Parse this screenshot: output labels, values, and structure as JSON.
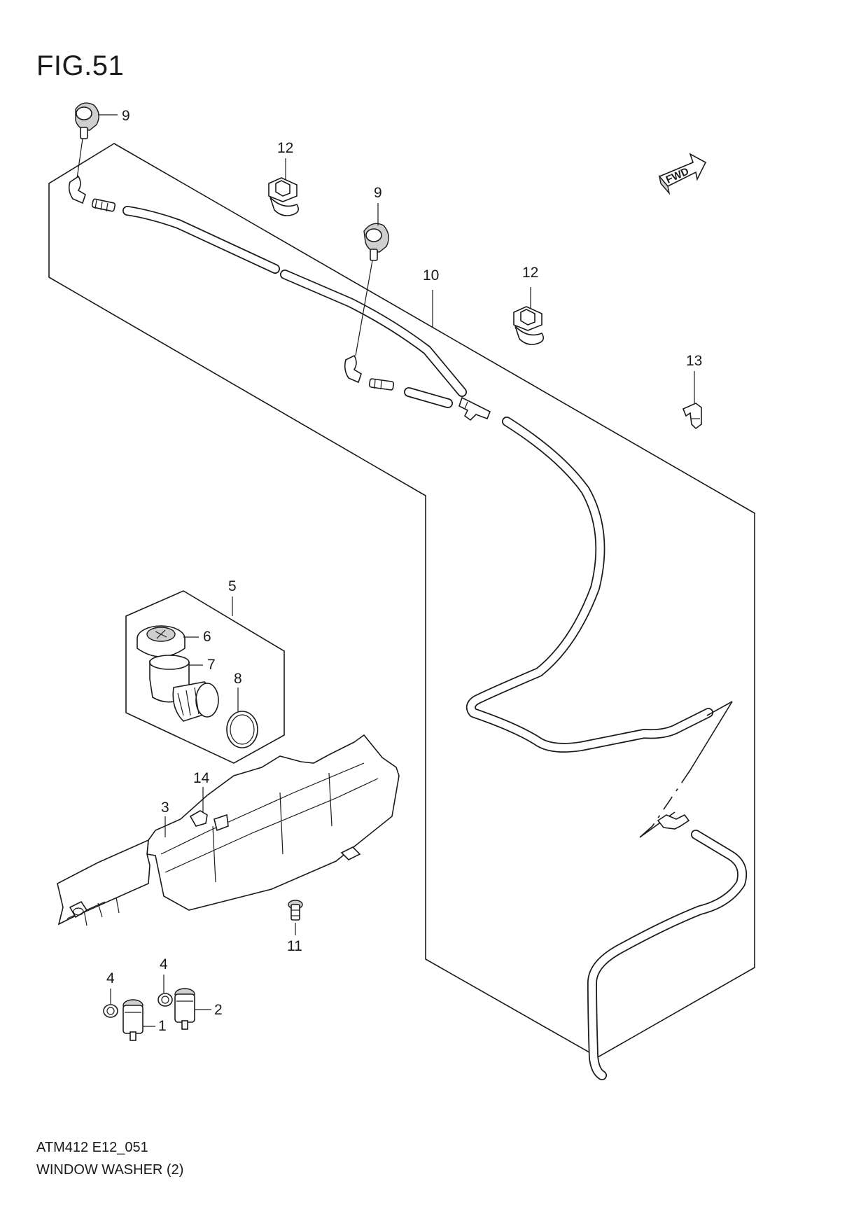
{
  "figure": {
    "title": "FIG.51",
    "code": "ATM412 E12_051",
    "name": "WINDOW WASHER (2)",
    "fwd_label": "FWD"
  },
  "callouts": {
    "p1": "1",
    "p2": "2",
    "p3": "3",
    "p4a": "4",
    "p4b": "4",
    "p5": "5",
    "p6": "6",
    "p7": "7",
    "p8": "8",
    "p9a": "9",
    "p9b": "9",
    "p10": "10",
    "p11": "11",
    "p12a": "12",
    "p12b": "12",
    "p13": "13",
    "p14": "14"
  }
}
